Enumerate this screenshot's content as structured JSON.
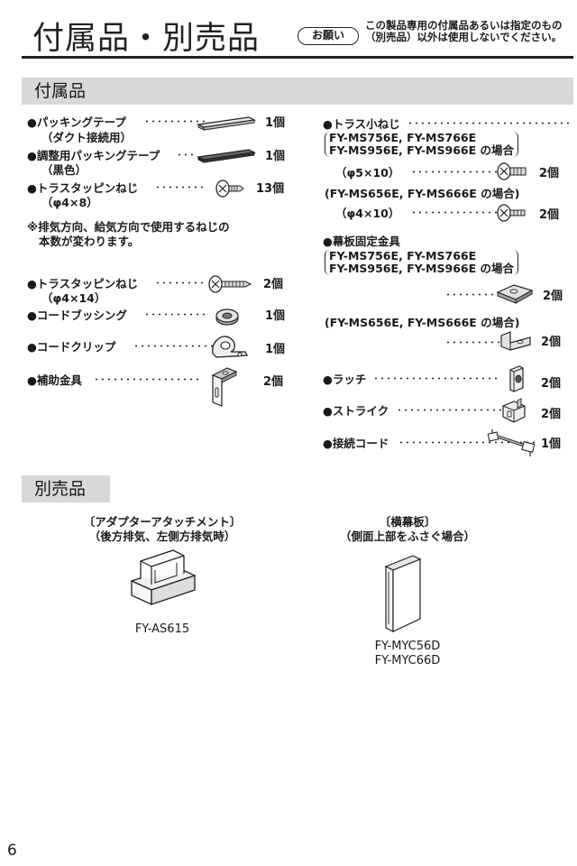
{
  "header": {
    "title": "付属品・別売品",
    "notice_label": "お願い",
    "notice_lines": [
      "この製品専用の付属品あるいは指定のもの",
      "（別売品）以外は使用しないでください。"
    ]
  },
  "accessories": {
    "heading": "付属品",
    "left": [
      {
        "name": "●パッキングテープ",
        "dots": "･･････････",
        "sub": "（ダクト接続用）",
        "qty": "1個",
        "icon": "tape-icon"
      },
      {
        "name": "●調整用パッキングテープ",
        "dots": "･･･",
        "sub": "（黒色）",
        "qty": "1個",
        "icon": "black-tape-icon"
      },
      {
        "name": "●トラスタッピンねじ",
        "dots": "････････",
        "sub": "（φ4×8）",
        "qty": "13個",
        "icon": "short-screw-icon"
      },
      {
        "name": "●トラスタッピンねじ",
        "dots": "････････",
        "sub": "（φ4×14）",
        "qty": "2個",
        "icon": "long-screw-icon"
      },
      {
        "name": "●コードブッシング",
        "dots": "･･････････",
        "sub": "",
        "qty": "1個",
        "icon": "bushing-icon"
      },
      {
        "name": "●コードクリップ",
        "dots": "･････････････",
        "sub": "",
        "qty": "1個",
        "icon": "cord-clip-icon"
      },
      {
        "name": "●補助金具",
        "dots": "･････････････････",
        "sub": "",
        "qty": "2個",
        "icon": "aux-bracket-icon"
      }
    ],
    "screw_note": [
      "※排気方向、給気方向で使用するねじの",
      "本数が変わります。"
    ],
    "right": {
      "truss_screw": {
        "name": "●トラス小ねじ",
        "dots": "･･････････････････････････",
        "group1_models": [
          "FY-MS756E, FY-MS766E",
          "FY-MS956E, FY-MS966E の場合"
        ],
        "group1_size": "（φ5×10）",
        "group1_dots": "････････････････",
        "group1_qty": "2個",
        "group2_models": "(FY-MS656E, FY-MS666E の場合)",
        "group2_size": "（φ4×10）",
        "group2_dots": "････････････････",
        "group2_qty": "2個"
      },
      "curtain_bracket": {
        "name": "●幕板固定金具",
        "group1_models": [
          "FY-MS756E, FY-MS766E",
          "FY-MS956E, FY-MS966E の場合"
        ],
        "group1_dots": "･････････",
        "group1_qty": "2個",
        "group2_models": "(FY-MS656E, FY-MS666E の場合)",
        "group2_dots": "･････････",
        "group2_qty": "2個"
      },
      "latch": {
        "name": "●ラッチ",
        "dots": "････････････････････",
        "qty": "2個"
      },
      "strike": {
        "name": "●ストライク",
        "dots": "･････････････････",
        "qty": "2個"
      },
      "cord": {
        "name": "●接続コード",
        "dots": "･･････････････････････",
        "qty": "1個"
      }
    }
  },
  "optional": {
    "heading": "別売品",
    "products": [
      {
        "heading": "〔アダプターアタッチメント〕",
        "subheading": "（後方排気、左側方排気時）",
        "models": [
          "FY-AS615"
        ],
        "icon": "adapter-attachment-icon"
      },
      {
        "heading": "〔横幕板〕",
        "subheading": "（側面上部をふさぐ場合）",
        "models": [
          "FY-MYC56D",
          "FY-MYC66D"
        ],
        "icon": "side-panel-icon"
      }
    ]
  },
  "page_number": "6"
}
